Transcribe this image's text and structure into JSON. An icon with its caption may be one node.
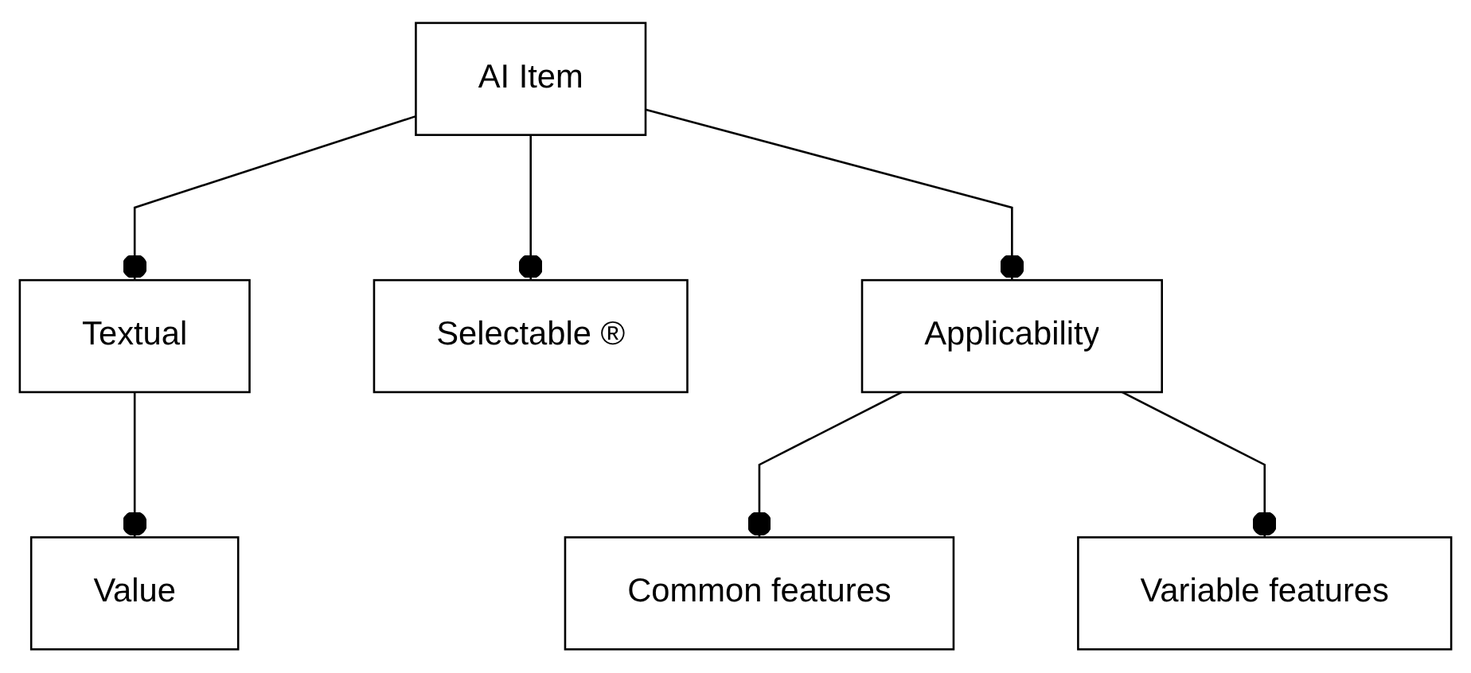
{
  "diagram": {
    "nodes": [
      {
        "text": [
          "AI Item"
        ]
      },
      {
        "text": [
          "Textual"
        ]
      },
      {
        "text": [
          "Selectable ®"
        ]
      },
      {
        "text": [
          "Applicability"
        ]
      },
      {
        "text": [
          "Value"
        ]
      },
      {
        "text": [
          "Common features"
        ]
      },
      {
        "text": [
          "Variable features"
        ]
      }
    ],
    "edges": [
      {
        "from": 0,
        "to": 1,
        "arrow": "other"
      },
      {
        "from": 0,
        "to": 2,
        "arrow": "other"
      },
      {
        "from": 0,
        "to": 3,
        "arrow": "other"
      },
      {
        "from": 1,
        "to": 4,
        "arrow": "other"
      },
      {
        "from": 3,
        "to": 5,
        "arrow": "other"
      },
      {
        "from": 3,
        "to": 6,
        "arrow": "other"
      }
    ]
  }
}
